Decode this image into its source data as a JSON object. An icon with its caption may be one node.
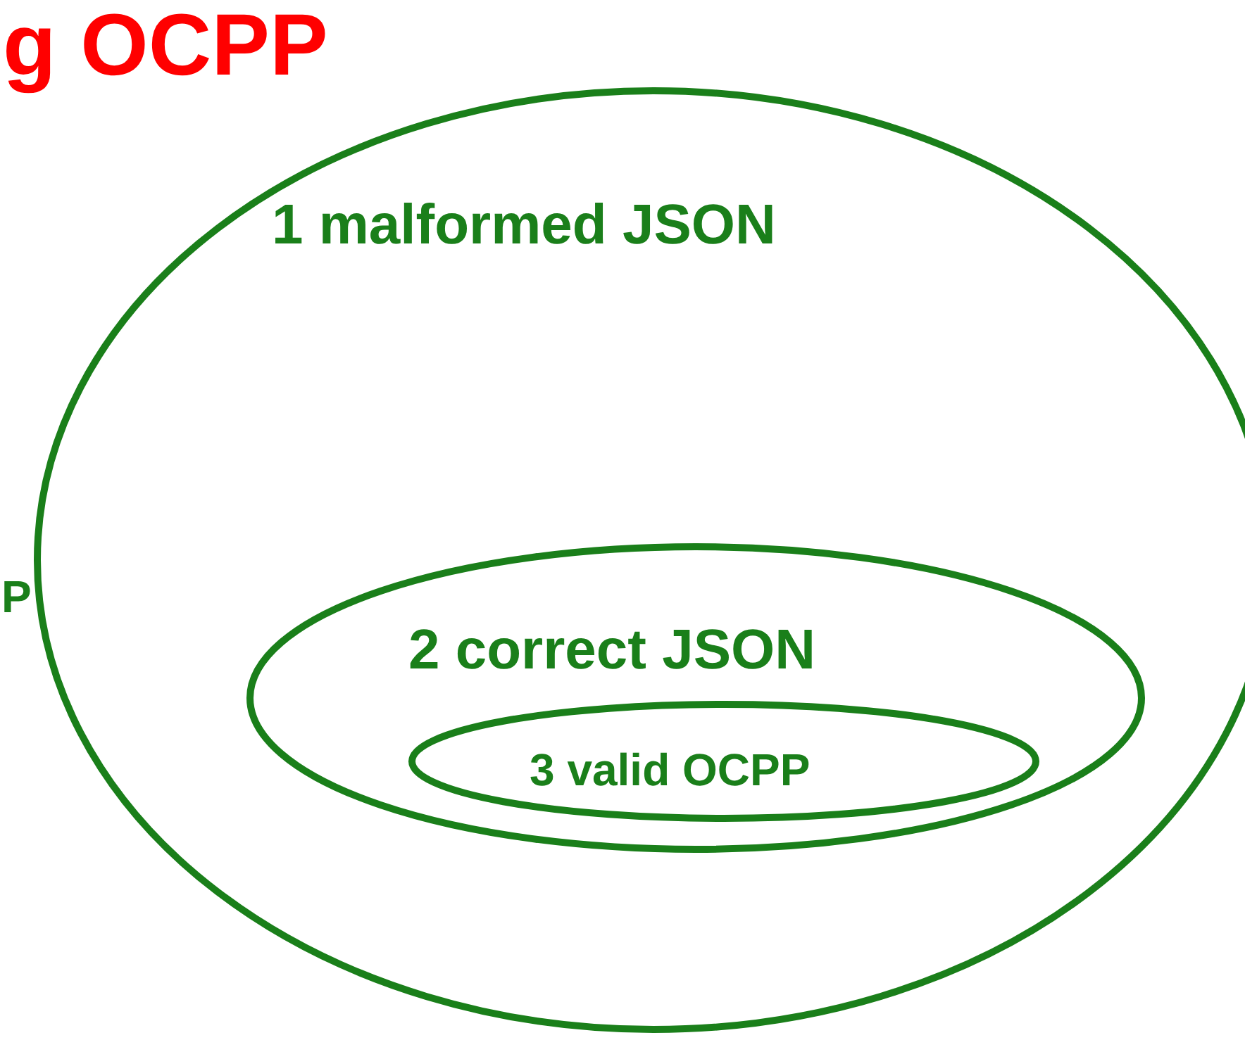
{
  "diagram": {
    "title": "g OCPP",
    "nodes": [
      {
        "text": [
          "1 malformed JSON"
        ]
      },
      {
        "text": [
          "2 correct JSON"
        ],
        "in": 0
      },
      {
        "text": [
          "3 valid OCPP"
        ],
        "in": 1
      }
    ],
    "labels": [
      "P"
    ]
  }
}
